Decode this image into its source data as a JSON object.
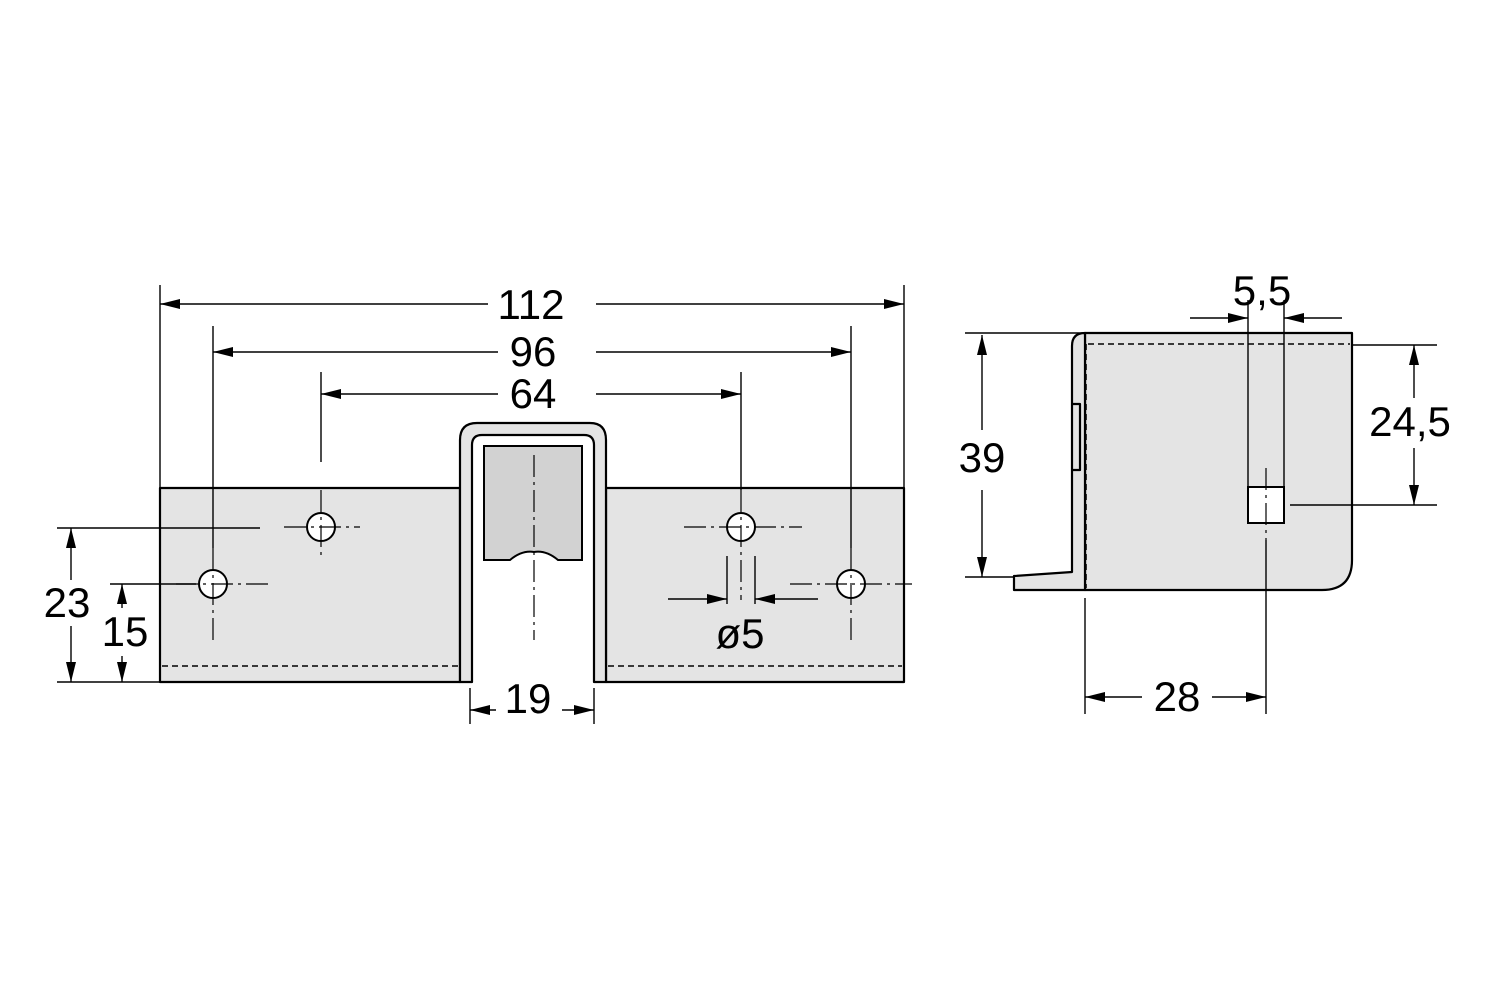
{
  "front_view": {
    "dimensions": {
      "overall_width": "112",
      "outer_hole_spacing": "96",
      "inner_hole_spacing": "64",
      "channel_width": "19",
      "hole_diameter": "ø5",
      "upper_hole_height": "23",
      "lower_hole_height": "15"
    }
  },
  "side_view": {
    "dimensions": {
      "slot_width": "5,5",
      "height": "39",
      "slot_offset_from_top": "24,5",
      "slot_offset_from_back": "28"
    }
  }
}
